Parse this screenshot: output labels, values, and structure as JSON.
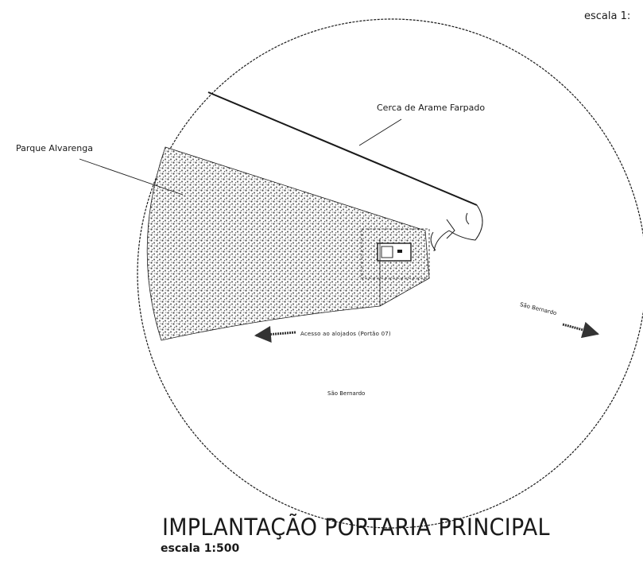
{
  "labels": {
    "scale_top": "escala 1:",
    "fence": "Cerca de Arame Farpado",
    "park": "Parque Alvarenga",
    "access": "Acesso ao alojados (Portão 07)",
    "sao_bernardo_right": "São Bernardo",
    "sao_bernardo_bottom": "São Bernardo"
  },
  "title": {
    "main": "IMPLANTAÇÃO PORTARIA PRINCIPAL",
    "scale": "escala 1:500"
  },
  "colors": {
    "line": "#1a1a1a",
    "hatch": "#5a5a5a",
    "background": "#ffffff"
  }
}
